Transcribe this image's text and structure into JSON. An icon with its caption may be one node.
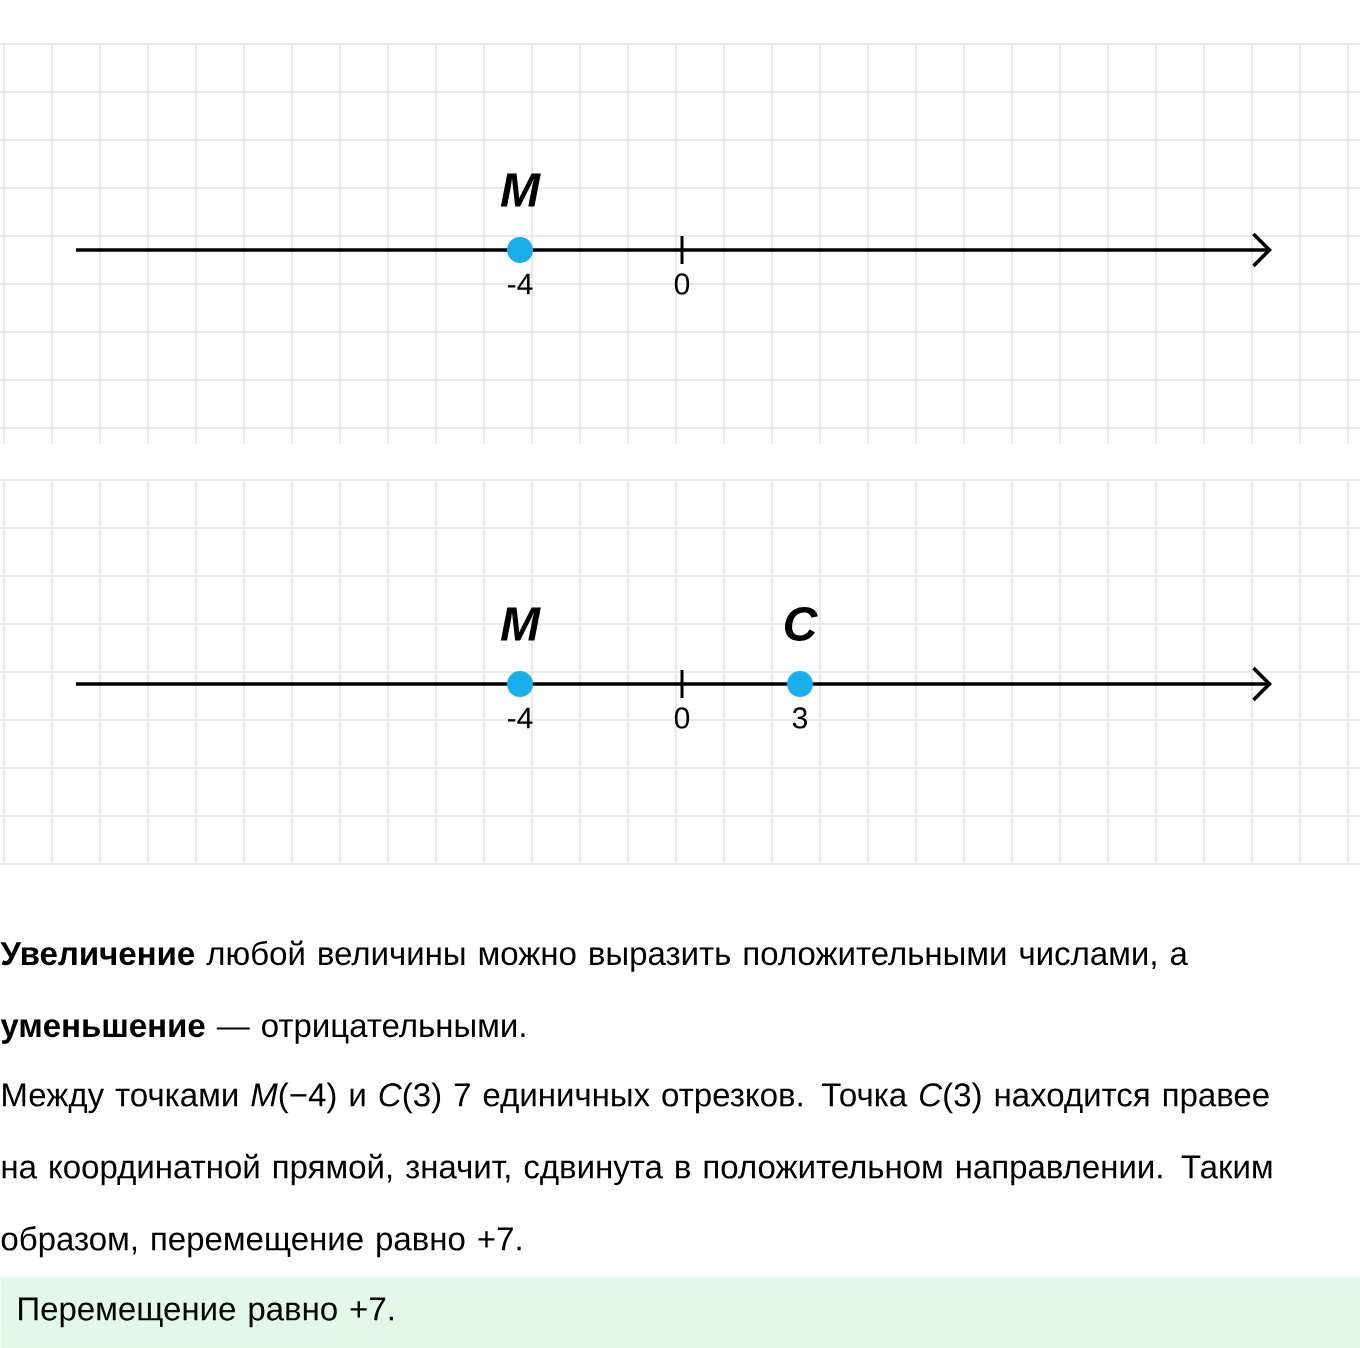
{
  "diagram": {
    "nodes": [
      {
        "text": [],
        "shape": "circle",
        "beside": [
          "M"
        ]
      },
      {
        "text": [],
        "shape": "circle",
        "beside": [
          "M"
        ]
      },
      {
        "text": [],
        "shape": "circle",
        "beside": [
          "C"
        ]
      },
      {
        "text": [
          "Перемещение равно +7."
        ]
      }
    ],
    "labels": [
      "-4",
      "0",
      "-4",
      "0",
      "3",
      "**Увеличение** любой величины можно выразить положительными числами, а **уменьшение** — отрицательными.",
      "Между точками *M*(−4) и *C*(3) 7 единичных отрезков. Точка *C*(3) находится правее на координатной прямой, значит, сдвинута в положительном направлении. Таким образом, перемещение равно +7."
    ]
  }
}
